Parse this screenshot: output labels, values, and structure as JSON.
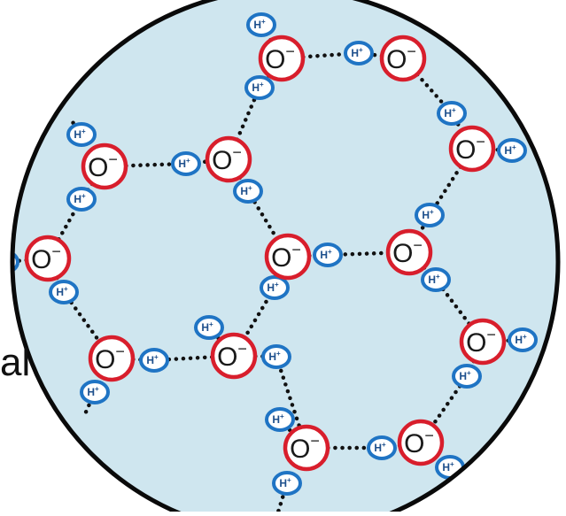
{
  "diagram": {
    "side_label": "al",
    "oxygen_label": "O",
    "oxygen_charge": "−",
    "hydrogen_label": "H",
    "hydrogen_charge": "+",
    "colors": {
      "background_fill": "#cfe6ef",
      "circle_border": "#0a0a0a",
      "oxygen_ring": "#d81e2c",
      "hydrogen_ring": "#1f74c4",
      "hydrogen_fill": "#ffffff",
      "bond": "#111111"
    }
  }
}
